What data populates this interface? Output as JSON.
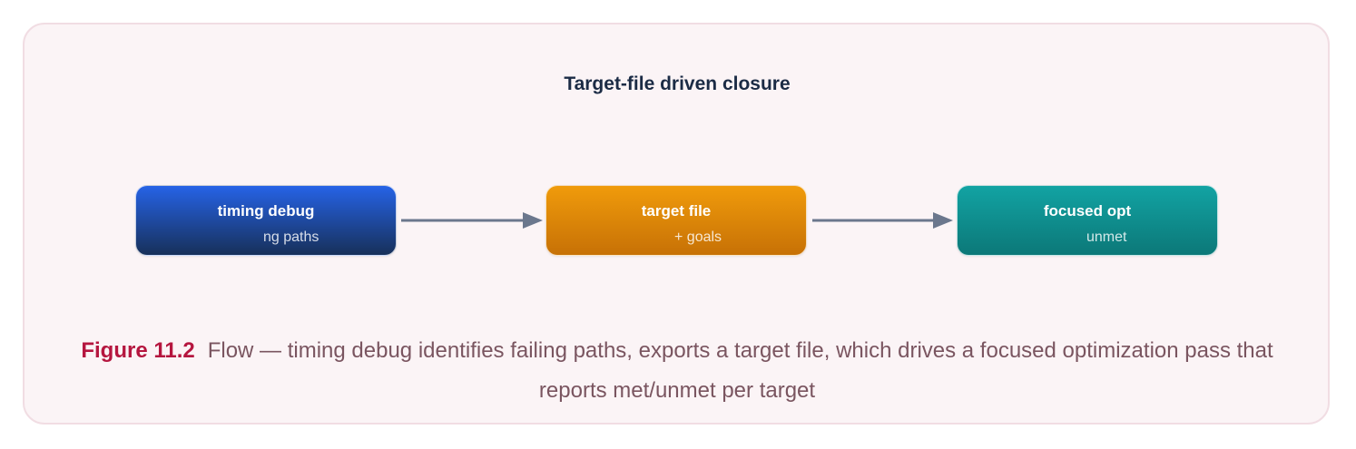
{
  "diagram": {
    "title": "Target-file driven closure",
    "nodes": [
      {
        "title": "timing debug",
        "subtitle": "ng paths",
        "color": "#2663e6"
      },
      {
        "title": "target file",
        "subtitle": "+ goals",
        "color": "#f09b0b"
      },
      {
        "title": "focused opt",
        "subtitle": "unmet",
        "color": "#12a3a3"
      }
    ],
    "edge_color": "#6b778d"
  },
  "caption": {
    "label": "Figure 11.2",
    "text": "Flow — timing debug identifies failing paths, exports a target file, which drives a focused optimization pass that reports met/unmet per target",
    "label_color": "#b5163f"
  }
}
